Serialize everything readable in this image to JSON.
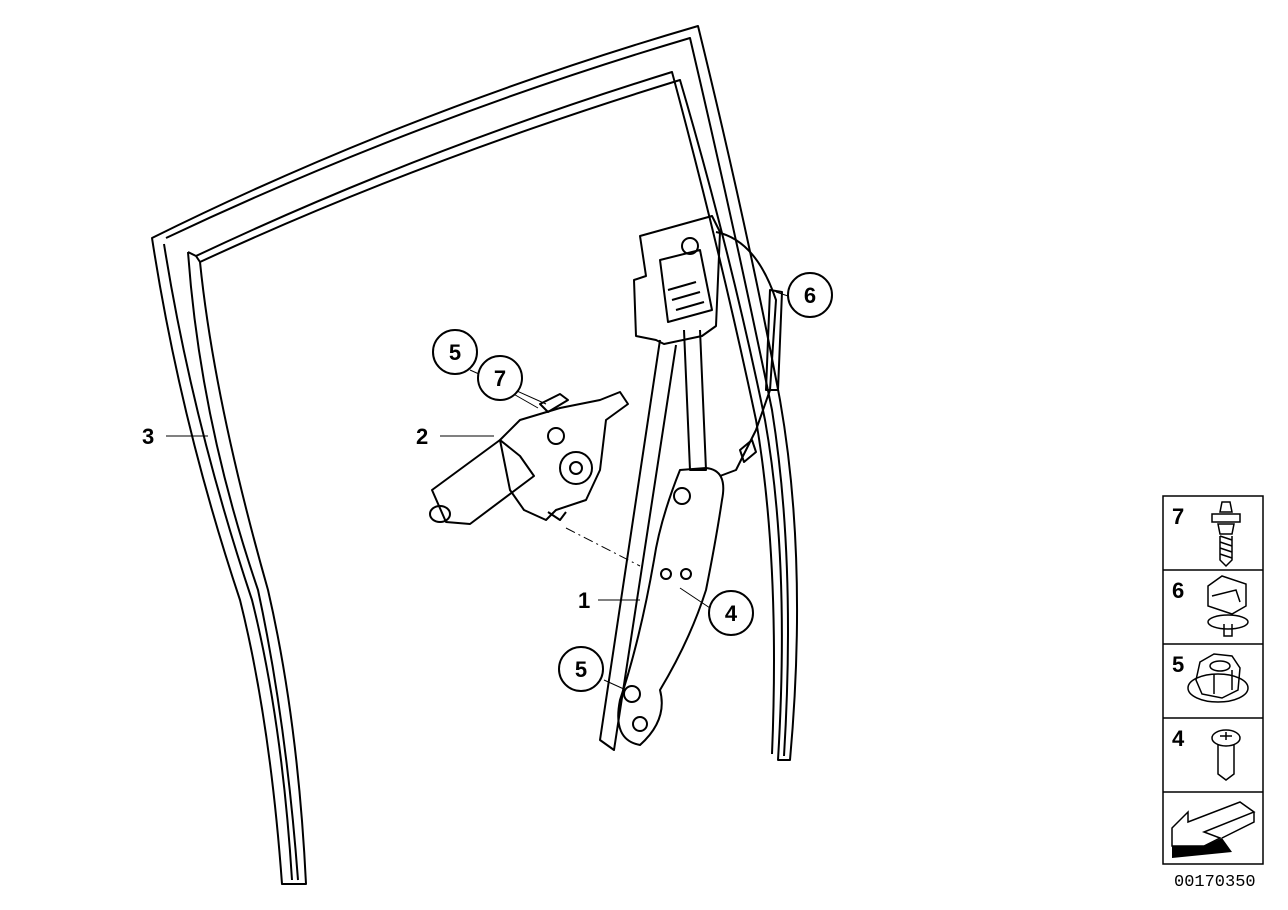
{
  "callouts": {
    "item_1": "1",
    "item_2": "2",
    "item_3": "3",
    "item_4": "4",
    "item_5_upper": "5",
    "item_5_lower": "5",
    "item_6": "6",
    "item_7": "7"
  },
  "legend": {
    "rows": [
      {
        "number": "7",
        "icon": "screw-icon"
      },
      {
        "number": "6",
        "icon": "clip-icon"
      },
      {
        "number": "5",
        "icon": "nut-icon"
      },
      {
        "number": "4",
        "icon": "bolt-icon"
      }
    ],
    "arrow_icon": "arrow-icon"
  },
  "document_number": "00170350",
  "colors": {
    "line": "#000000",
    "background": "#ffffff"
  }
}
